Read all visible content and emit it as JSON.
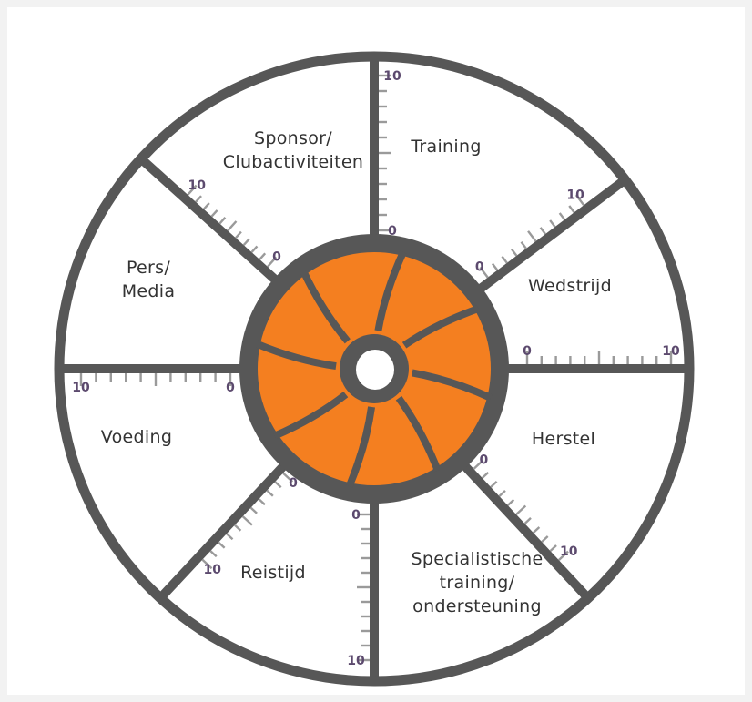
{
  "colors": {
    "outline": "#575757",
    "hub": "#f47f20",
    "tick": "#9a9a9a",
    "scale_number": "#5c4a6e",
    "background": "#ffffff"
  },
  "scale": {
    "min": "0",
    "max": "10"
  },
  "segments": [
    {
      "id": "training",
      "label_lines": [
        "Training"
      ]
    },
    {
      "id": "wedstrijd",
      "label_lines": [
        "Wedstrijd"
      ]
    },
    {
      "id": "herstel",
      "label_lines": [
        "Herstel"
      ]
    },
    {
      "id": "specialistische",
      "label_lines": [
        "Specialistische",
        "training/",
        "ondersteuning"
      ]
    },
    {
      "id": "reistijd",
      "label_lines": [
        "Reistijd"
      ]
    },
    {
      "id": "voeding",
      "label_lines": [
        "Voeding"
      ]
    },
    {
      "id": "pers-media",
      "label_lines": [
        "Pers/",
        "Media"
      ]
    },
    {
      "id": "sponsor",
      "label_lines": [
        "Sponsor/",
        "Clubactiviteiten"
      ]
    }
  ]
}
